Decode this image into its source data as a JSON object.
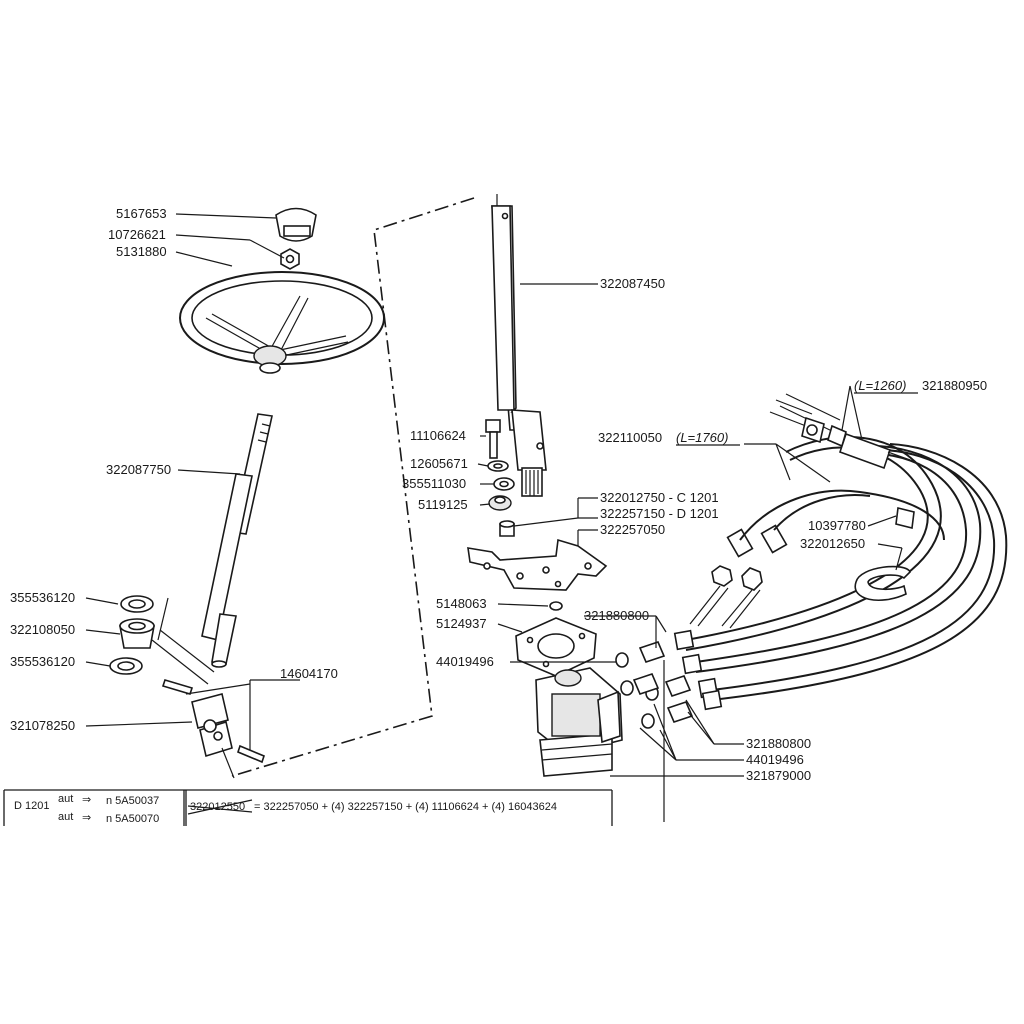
{
  "parts": {
    "p5167653": "5167653",
    "p10726621": "10726621",
    "p5131880": "5131880",
    "p322087750": "322087750",
    "p355536120a": "355536120",
    "p322108050": "322108050",
    "p355536120b": "355536120",
    "p321078250": "321078250",
    "p14604170": "14604170",
    "p11106624": "11106624",
    "p12605671": "12605671",
    "p355511030": "355511030",
    "p5119125": "5119125",
    "p322087450": "322087450",
    "p322012750": "322012750 - C 1201",
    "p322257150": "322257150 - D 1201",
    "p322257050": "322257050",
    "p5148063": "5148063",
    "p5124937": "5124937",
    "p44019496a": "44019496",
    "p321880800a": "321880800",
    "p321880800b": "321880800",
    "p44019496b": "44019496",
    "p321879000": "321879000",
    "p322110050": "322110050",
    "p322110050_len": "(L=1760)",
    "p321880950_len": "(L=1260)",
    "p321880950": "321880950",
    "p10397780": "10397780",
    "p322012650": "322012650"
  },
  "table": {
    "model": "D 1201",
    "row1_prefix": "aut",
    "row1_arrow": "⇒",
    "row1_value": "n 5A50037",
    "row2_prefix": "aut",
    "row2_arrow": "⇒",
    "row2_value": "n 5A50070",
    "struck_part": "322012550",
    "equation": "= 322257050 + (4) 322257150 + (4) 11106624 + (4) 16043624"
  }
}
